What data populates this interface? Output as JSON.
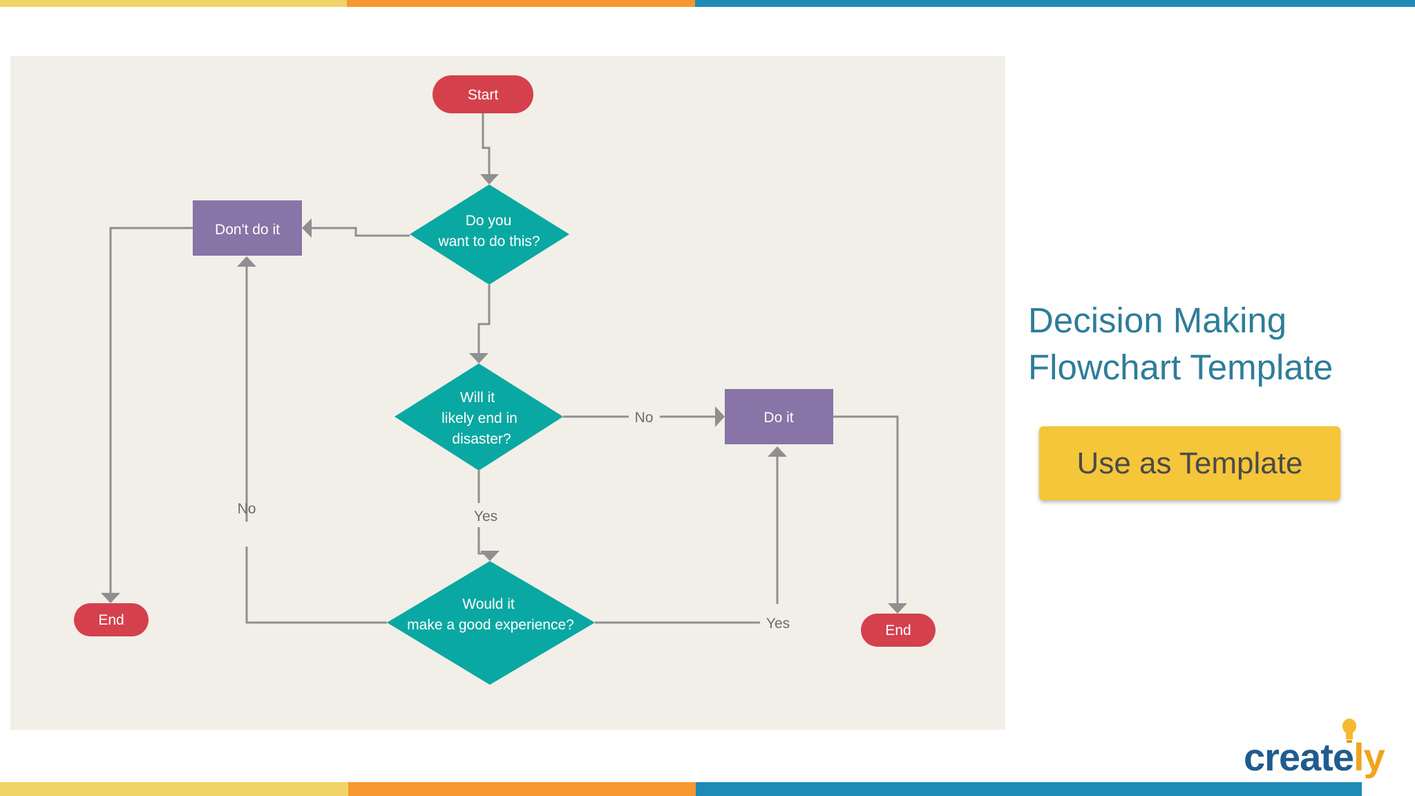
{
  "colors": {
    "stripe_yellow": "#f0d468",
    "stripe_orange": "#f6982e",
    "stripe_blue": "#1f8ab8",
    "panel_bg": "#f1efe8",
    "terminal": "#d5404d",
    "decision": "#0aa8a2",
    "process": "#8874a6",
    "title": "#2e7d99",
    "button": "#f5c53a"
  },
  "title": {
    "line1": "Decision Making",
    "line2": "Flowchart Template"
  },
  "cta": {
    "label": "Use as Template"
  },
  "logo": {
    "brand_main": "create",
    "brand_accent": "ly",
    "icon": "lightbulb-icon"
  },
  "diagram": {
    "nodes": {
      "start": {
        "shape": "terminal",
        "lines": [
          "Start"
        ]
      },
      "decision_want": {
        "shape": "decision",
        "lines": [
          "Do you",
          "want to  do this?"
        ]
      },
      "dont_do_it": {
        "shape": "process",
        "lines": [
          "Don't do it"
        ]
      },
      "decision_disaster": {
        "shape": "decision",
        "lines": [
          "Will it",
          "likely end  in",
          "disaster?"
        ]
      },
      "do_it": {
        "shape": "process",
        "lines": [
          "Do it"
        ]
      },
      "decision_experience": {
        "shape": "decision",
        "lines": [
          "Would it",
          "make a good  experience?"
        ]
      },
      "end_left": {
        "shape": "terminal",
        "lines": [
          "End"
        ]
      },
      "end_right": {
        "shape": "terminal",
        "lines": [
          "End"
        ]
      }
    },
    "edge_labels": {
      "disaster_no": "No",
      "disaster_yes": "Yes",
      "experience_no": "No",
      "experience_yes": "Yes"
    }
  }
}
